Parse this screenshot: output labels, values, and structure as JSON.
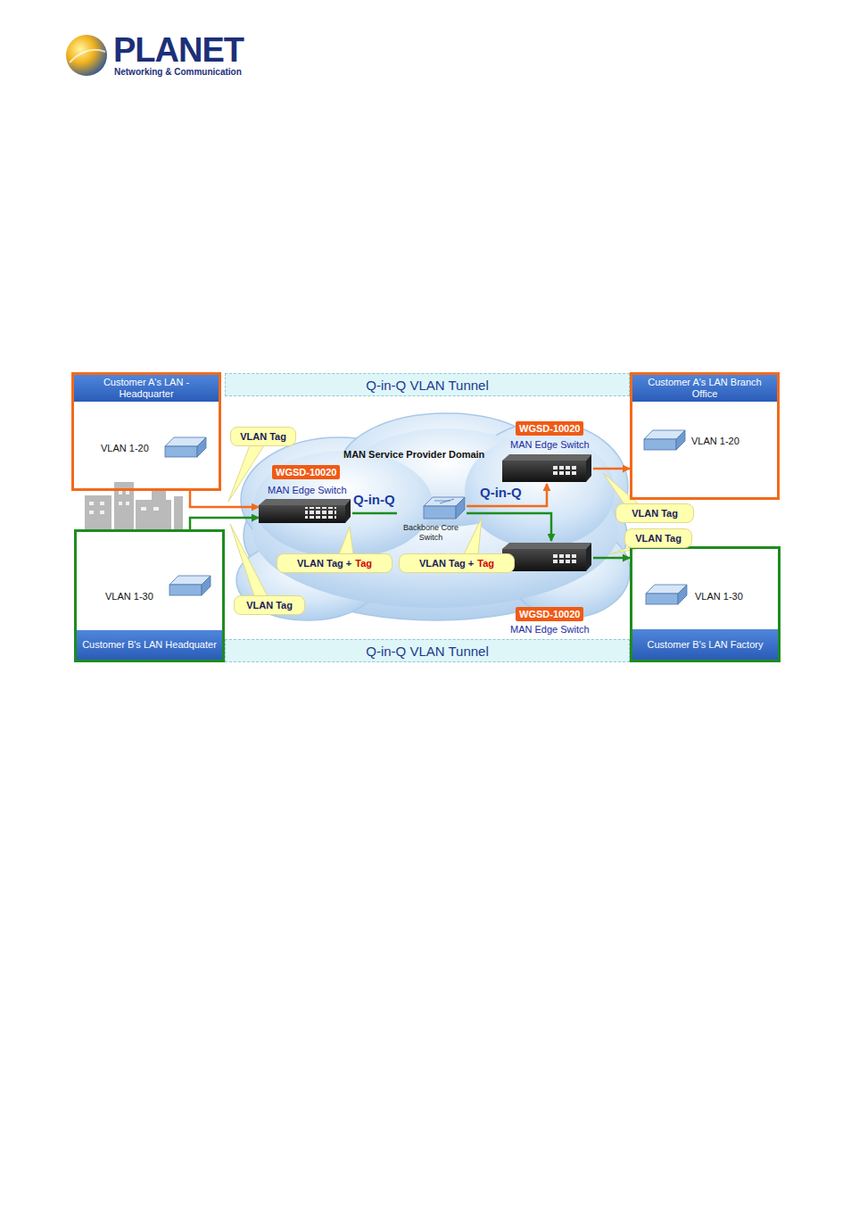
{
  "diagram": {
    "nodes": [
      {
        "text": [
          "Customer A's LAN - Headquarter",
          "VLAN 1-20"
        ]
      },
      {
        "text": [
          "Customer A's LAN Branch Office",
          "VLAN 1-20"
        ]
      },
      {
        "text": [
          "Q-in-Q VLAN Tunnel"
        ]
      },
      {
        "text": [
          "MAN Service Provider Domain"
        ]
      },
      {
        "text": [
          "WGSD-10020",
          "MAN Edge Switch"
        ],
        "in": 3
      },
      {
        "text": [
          "Backbone Core Switch"
        ],
        "in": 3
      },
      {
        "text": [
          "WGSD-10020",
          "MAN Edge Switch"
        ],
        "in": 3
      },
      {
        "text": [
          "WGSD-10020",
          "MAN Edge Switch"
        ],
        "in": 3
      },
      {
        "text": [
          "VLAN 1-30",
          "Customer B's LAN Headquater"
        ]
      },
      {
        "text": [
          "VLAN 1-30",
          "Customer B's LAN Factory"
        ]
      },
      {
        "text": [
          "Q-in-Q VLAN Tunnel"
        ]
      },
      {
        "text": [
          "VLAN Tag"
        ]
      },
      {
        "text": [
          "VLAN Tag"
        ]
      },
      {
        "text": [
          "VLAN Tag +",
          "Tag"
        ]
      },
      {
        "text": [
          "VLAN Tag +",
          "Tag"
        ]
      },
      {
        "text": [
          "VLAN Tag"
        ]
      },
      {
        "text": [
          "VLAN Tag"
        ]
      }
    ],
    "edges": [
      {
        "from": 0,
        "to": 4,
        "arrow": "to"
      },
      {
        "from": 8,
        "to": 4,
        "arrow": "to"
      },
      {
        "from": 4,
        "to": 5,
        "arrow": "none",
        "label": "Q-in-Q"
      },
      {
        "from": 5,
        "to": 6,
        "arrow": "to",
        "label": "Q-in-Q"
      },
      {
        "from": 5,
        "to": 7,
        "arrow": "to"
      },
      {
        "from": 6,
        "to": 1,
        "arrow": "to"
      },
      {
        "from": 7,
        "to": 9,
        "arrow": "to"
      }
    ],
    "labels": [
      "PLANET",
      "Networking & Communication"
    ]
  }
}
